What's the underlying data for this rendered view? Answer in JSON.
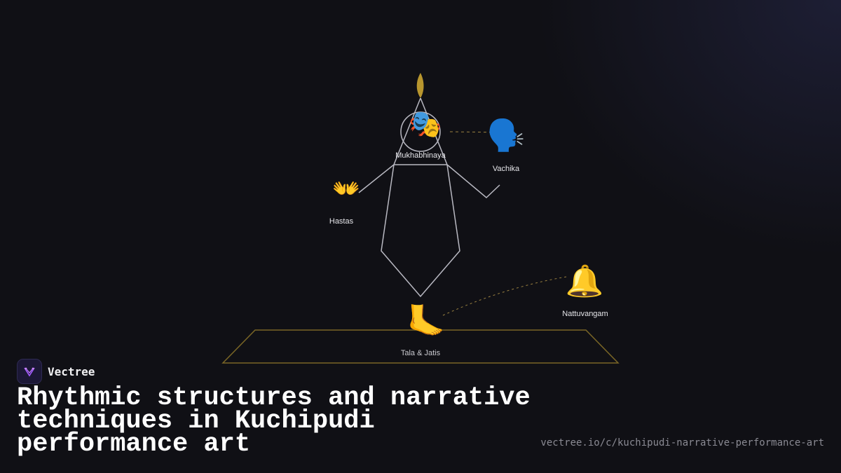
{
  "brand": {
    "name": "Vectree",
    "logo_icon": "vectree-logo-icon",
    "accent": "#a35cff"
  },
  "title": "Rhythmic structures and narrative techniques in Kuchipudi performance art",
  "url": "vectree.io/c/kuchipudi-narrative-performance-art",
  "diagram": {
    "nodes": {
      "mukhabhinaya": {
        "label": "Mukhabhinaya",
        "icon": "theater-masks-icon",
        "glyph": "🎭"
      },
      "vachika": {
        "label": "Vachika",
        "icon": "speaking-head-icon",
        "glyph": "🗣️"
      },
      "hastas": {
        "label": "Hastas",
        "icon": "open-hands-icon",
        "glyph": "👐"
      },
      "nattuvangam": {
        "label": "Nattuvangam",
        "icon": "bell-icon",
        "glyph": "🔔"
      },
      "tala": {
        "label": "Tala & Jatis",
        "icon": "foot-icon",
        "glyph": "🦶"
      }
    },
    "colors": {
      "figure_line": "#b9b9c2",
      "stage_line": "#7a6626",
      "connector": "#9a8140",
      "flame": "#b8962e"
    }
  }
}
